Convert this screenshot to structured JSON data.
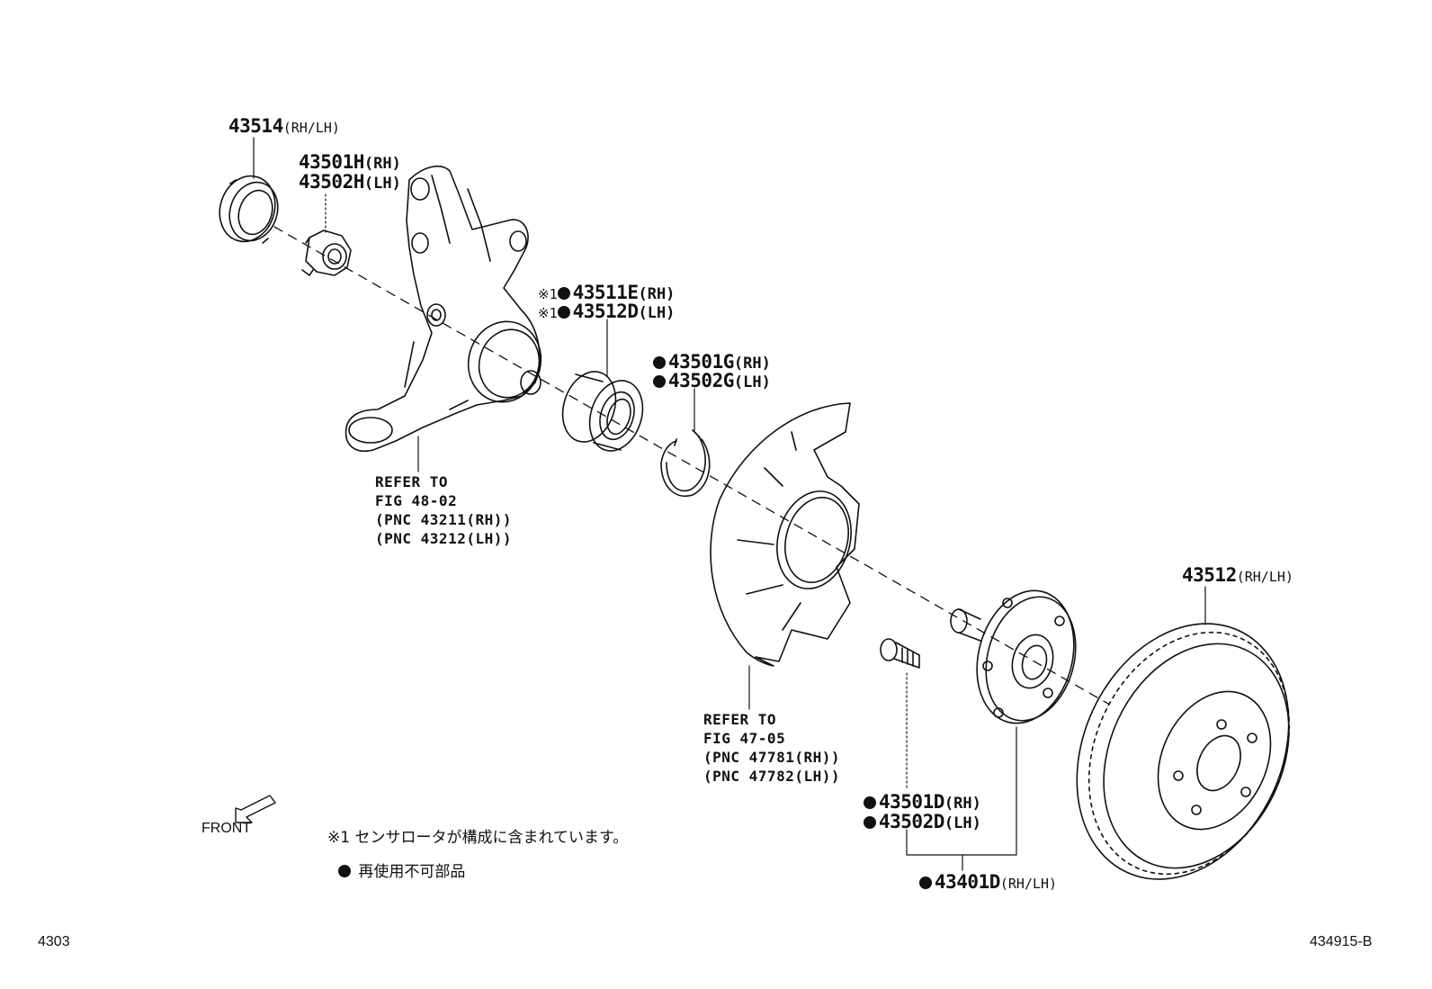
{
  "labels": {
    "p43514": {
      "pn": "43514",
      "side": "(RH/LH)"
    },
    "p43501H": {
      "pn": "43501H",
      "side": "(RH)"
    },
    "p43502H": {
      "pn": "43502H",
      "side": "(LH)"
    },
    "p43511E": {
      "mark": "※1",
      "pn": "43511E",
      "side": "(RH)"
    },
    "p43512D": {
      "mark": "※1",
      "pn": "43512D",
      "side": "(LH)"
    },
    "p43501G": {
      "pn": "43501G",
      "side": "(RH)"
    },
    "p43502G": {
      "pn": "43502G",
      "side": "(LH)"
    },
    "p43512": {
      "pn": "43512",
      "side": "(RH/LH)"
    },
    "p43501D": {
      "pn": "43501D",
      "side": "(RH)"
    },
    "p43502D": {
      "pn": "43502D",
      "side": "(LH)"
    },
    "p43401D": {
      "pn": "43401D",
      "side": "(RH/LH)"
    }
  },
  "refs": {
    "knuckle": [
      "REFER TO",
      "FIG 48-02",
      "(PNC 43211(RH))",
      "(PNC 43212(LH))"
    ],
    "shield": [
      "REFER TO",
      "FIG 47-05",
      "(PNC 47781(RH))",
      "(PNC 47782(LH))"
    ]
  },
  "front_label": "FRONT",
  "notes": {
    "note1": "※1 センサロータが構成に含まれています。",
    "note2": "再使用不可部品"
  },
  "footer": {
    "left": "4303",
    "right": "434915-B"
  }
}
